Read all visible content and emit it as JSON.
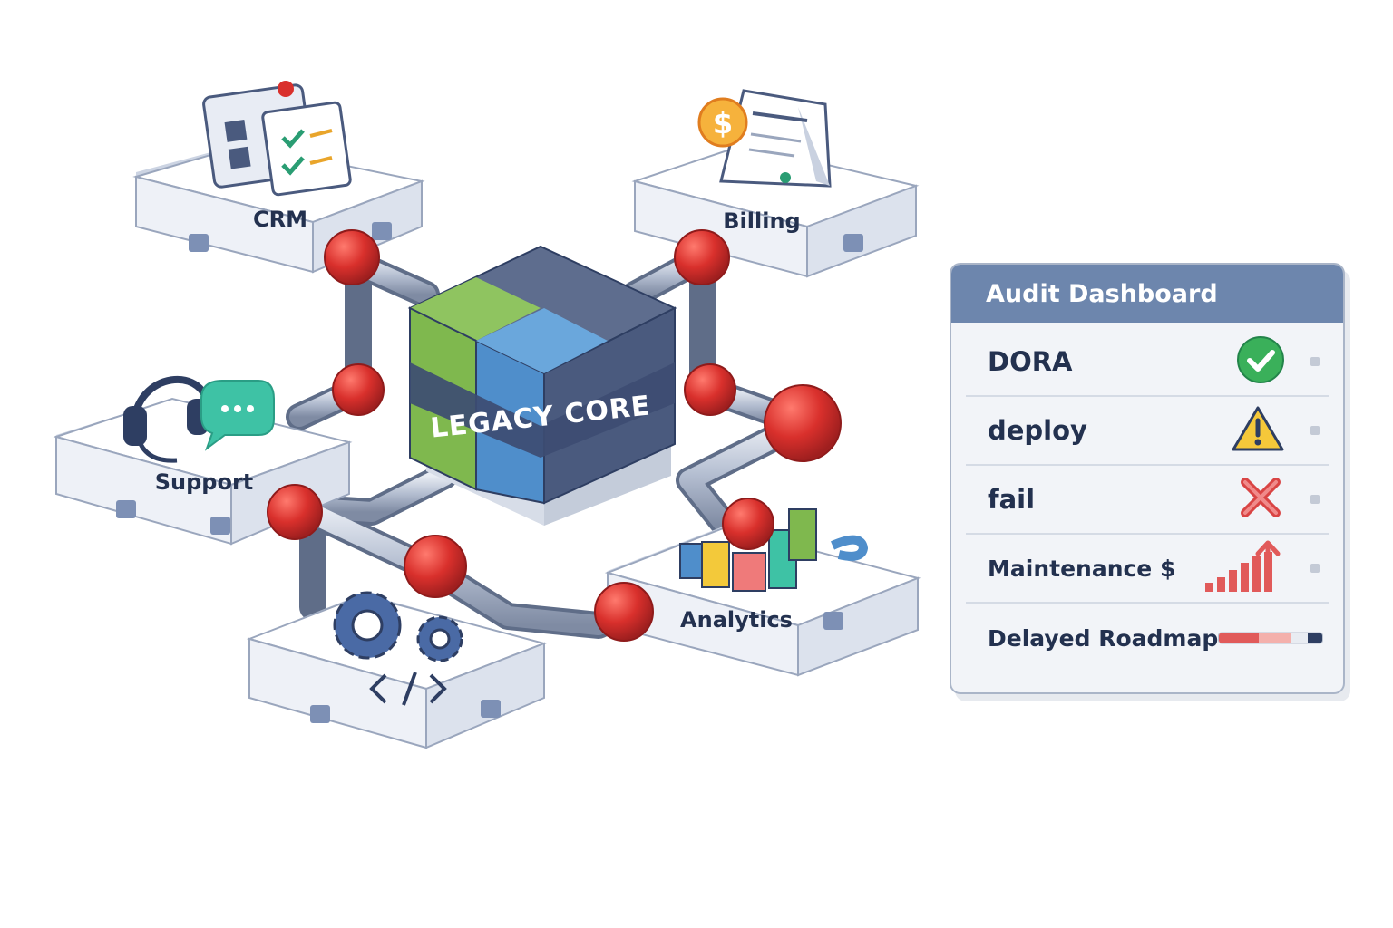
{
  "diagram": {
    "core_label": "LEGACY CORE",
    "modules": [
      {
        "id": "crm",
        "label": "CRM"
      },
      {
        "id": "billing",
        "label": "Billing"
      },
      {
        "id": "support",
        "label": "Support"
      },
      {
        "id": "analytics",
        "label": "Analytics"
      },
      {
        "id": "dev",
        "label": ""
      }
    ],
    "colors": {
      "pipe_joint": "#d9302c",
      "pipe": "#b9c3d6",
      "core_green": "#7fb84e",
      "core_blue": "#4f8ecb",
      "core_slate": "#4a5a7e"
    }
  },
  "dashboard": {
    "title": "Audit Dashboard",
    "rows": [
      {
        "label": "DORA",
        "status": "check-icon"
      },
      {
        "label": "deploy",
        "status": "warning-icon"
      },
      {
        "label": "fail",
        "status": "x-icon"
      },
      {
        "label": "Maintenance $",
        "status": "rising-bars-icon"
      },
      {
        "label": "Delayed Roadmap",
        "status": "progress-bar",
        "progress": 0.82
      }
    ]
  }
}
